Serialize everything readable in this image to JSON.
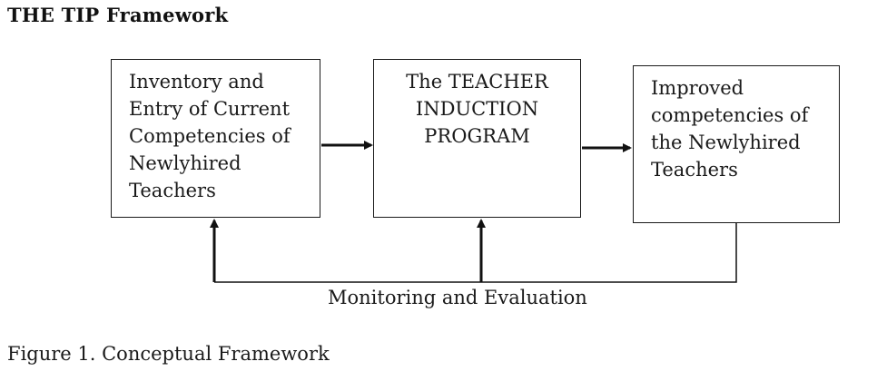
{
  "title": "THE TIP Framework",
  "boxes": [
    {
      "lines": [
        "Inventory and",
        "Entry of Current",
        "Competencies of",
        "Newlyhired",
        "Teachers"
      ]
    },
    {
      "lines": [
        "The TEACHER",
        "INDUCTION",
        "PROGRAM"
      ]
    },
    {
      "lines": [
        "Improved",
        "competencies of",
        "the Newlyhired",
        "Teachers"
      ]
    }
  ],
  "feedback_label": "Monitoring and Evaluation",
  "caption": "Figure 1. Conceptual Framework"
}
